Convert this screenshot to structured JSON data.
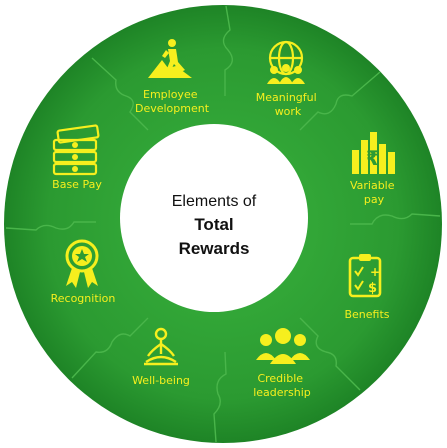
{
  "diagram": {
    "center": {
      "line1": "Elements of",
      "line2": "Total",
      "line3": "Rewards"
    },
    "segments": [
      {
        "label_lines": [
          "Employee",
          "Development"
        ],
        "icon": "hiker-on-hill-icon"
      },
      {
        "label_lines": [
          "Meaningful",
          "work"
        ],
        "icon": "globe-with-people-icon"
      },
      {
        "label_lines": [
          "Variable",
          "pay"
        ],
        "icon": "rupee-bar-chart-icon"
      },
      {
        "label_lines": [
          "Benefits"
        ],
        "icon": "clipboard-checklist-icon"
      },
      {
        "label_lines": [
          "Credible",
          "leadership"
        ],
        "icon": "team-group-icon"
      },
      {
        "label_lines": [
          "Well-being"
        ],
        "icon": "meditation-icon"
      },
      {
        "label_lines": [
          "Recognition"
        ],
        "icon": "award-rosette-icon"
      },
      {
        "label_lines": [
          "Base Pay"
        ],
        "icon": "money-stack-icon"
      }
    ],
    "colors": {
      "ring": "#2d9b33",
      "ring_dark": "#1f7d27",
      "seam": "#3fae41",
      "label": "#f6ef1e",
      "center_fill": "#ffffff",
      "center_text": "#111111"
    }
  }
}
